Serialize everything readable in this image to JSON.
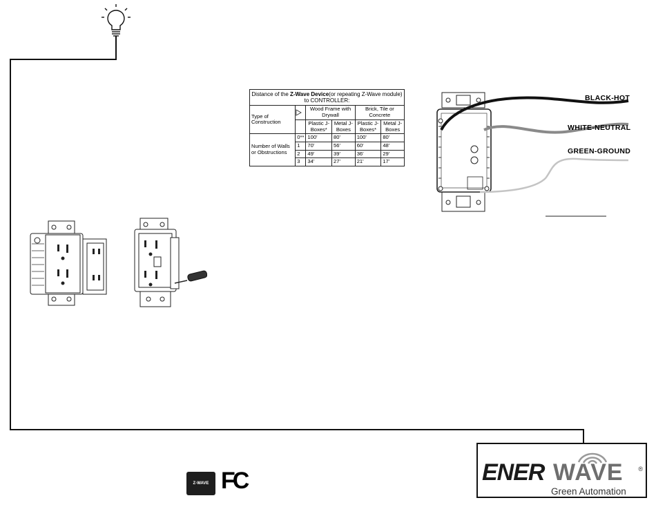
{
  "table": {
    "title_part1": "Distance of the ",
    "title_bold": "Z-Wave Device",
    "title_part2": "(or repeating Z-Wave module) to CONTROLLER:",
    "construction_label": "Type of Construction",
    "group1": "Wood Frame with Drywall",
    "group2": "Brick, Tile or Concrete",
    "col_plastic_1": "Plastic J-Boxes*",
    "col_metal_1": "Metal J-Boxes",
    "col_plastic_2": "Plastic J-Boxes*",
    "col_metal_2": "Metal J-Boxes",
    "row_label": "Number of Walls or Obstructions",
    "rows": [
      {
        "n": "0**",
        "v1": "100'",
        "v2": "80'",
        "v3": "100'",
        "v4": "80'"
      },
      {
        "n": "1",
        "v1": "70'",
        "v2": "56'",
        "v3": "60'",
        "v4": "48'"
      },
      {
        "n": "2",
        "v1": "49'",
        "v2": "39'",
        "v3": "36'",
        "v4": "29'"
      },
      {
        "n": "3",
        "v1": "34'",
        "v2": "27'",
        "v3": "21'",
        "v4": "17'"
      }
    ]
  },
  "wires": {
    "black": "BLACK-HOT",
    "white": "WHITE-NEUTRAL",
    "green": "GREEN-GROUND"
  },
  "logos": {
    "zwave_badge": "Z-WAVE",
    "fcc": "FC",
    "brand_part1": "ENER",
    "brand_part2": "WAVE",
    "registered": "®",
    "tagline": "Green Automation"
  },
  "icons": {
    "bulb": "light-bulb-icon",
    "outlet": "outlet-icon",
    "screwdriver": "screwdriver-icon"
  },
  "colors": {
    "black_wire": "#111111",
    "white_wire": "#8a8a8a",
    "green_wire": "#c4c4c4"
  }
}
